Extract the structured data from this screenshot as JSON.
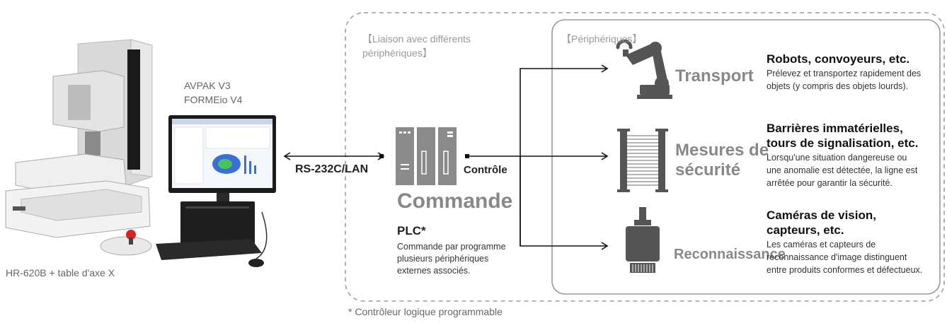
{
  "left": {
    "software": [
      "AVPAK V3",
      "FORMEio V4"
    ],
    "machine_caption": "HR-620B + table d'axe X"
  },
  "connection": {
    "label": "RS-232C/LAN",
    "control_label": "Contrôle"
  },
  "liaison": {
    "bracket_text": [
      "【Liaison avec différents",
      "périphériques】"
    ]
  },
  "commande": {
    "title": "Commande",
    "plc_title": "PLC*",
    "plc_desc": [
      "Commande par programme",
      "plusieurs périphériques",
      "externes associés."
    ]
  },
  "peripheriques": {
    "bracket_text": "【Périphériques】",
    "items": [
      {
        "category": "Transport",
        "category_lines": [
          "Transport"
        ],
        "title_lines": [
          "Robots, convoyeurs, etc."
        ],
        "desc_lines": [
          "Prélevez et transportez rapidement des",
          "objets (y compris des objets lourds)."
        ],
        "icon": "robot-arm-icon"
      },
      {
        "category": "Mesures de sécurité",
        "category_lines": [
          "Mesures de",
          "sécurité"
        ],
        "title_lines": [
          "Barrières immatérielles,",
          "tours de signalisation, etc."
        ],
        "desc_lines": [
          "Lorsqu'une situation dangereuse ou",
          "une anomalie est détectée, la ligne est",
          "arrêtée pour garantir la sécurité."
        ],
        "icon": "light-curtain-icon"
      },
      {
        "category": "Reconnaissance",
        "category_lines": [
          "Reconnaissance"
        ],
        "title_lines": [
          "Caméras de vision,",
          "capteurs, etc."
        ],
        "desc_lines": [
          "Les caméras et capteurs de",
          "reconnaissance d'image distinguent",
          "entre produits conformes et défectueux."
        ],
        "icon": "camera-icon"
      }
    ]
  },
  "footnote": "* Contrôleur logique programmable",
  "colors": {
    "dashed_border": "#aaaaaa",
    "grey_text": "#888888",
    "line": "#111111",
    "screen_chart_blue": "#3a6fd8"
  }
}
